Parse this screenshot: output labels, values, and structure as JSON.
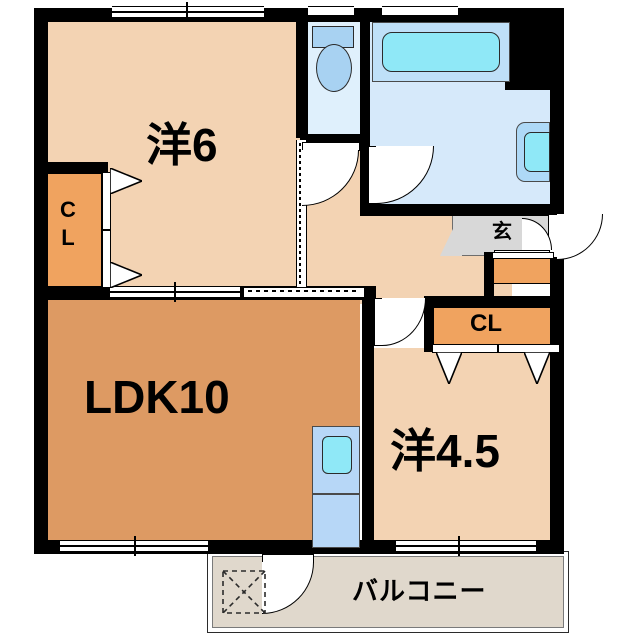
{
  "plan": {
    "title": "Japanese apartment floor plan",
    "layout_type": "2LDK"
  },
  "colors": {
    "wall": "#000000",
    "room_tatami_wood": "#F3D3B3",
    "ldk_floor": "#DD9A63",
    "closet": "#F0A35F",
    "bath_floor": "#D6E9FA",
    "bath_tub_rim": "#AED9F7",
    "bath_tub_water": "#8FE3F5",
    "toilet_floor": "#DFF0FC",
    "toilet_fixture": "#A8D2F2",
    "kitchen_counter": "#B7D7F7",
    "kitchen_sink": "#8FE8F7",
    "genkan_tile": "#D8D8D8",
    "balcony": "#E0D8CC",
    "white": "#FFFFFF"
  },
  "rooms": {
    "bedroom_main": {
      "label": "洋6",
      "name": "western-room-6-jo"
    },
    "ldk": {
      "label": "LDK10",
      "name": "living-dining-kitchen-10-jo"
    },
    "bedroom_small": {
      "label": "洋4.5",
      "name": "western-room-4.5-jo"
    },
    "closet_bedroom_main": {
      "label_c": "C",
      "label_l": "L",
      "label": "CL"
    },
    "closet_bedroom_small": {
      "label": "CL"
    },
    "closet_entry": {
      "label": ""
    },
    "balcony": {
      "label": "バルコニー"
    },
    "entrance": {
      "label": "玄"
    },
    "bathroom": {
      "label": ""
    },
    "toilet": {
      "label": ""
    },
    "hallway": {
      "label": ""
    }
  },
  "fixtures": {
    "bathtub": "bathtub",
    "washbasin": "washbasin",
    "toilet_bowl": "toilet-bowl",
    "toilet_tank": "toilet-tank",
    "kitchen_sink": "kitchen-sink",
    "ac_outdoor_marker": "ac-unit-marker"
  }
}
